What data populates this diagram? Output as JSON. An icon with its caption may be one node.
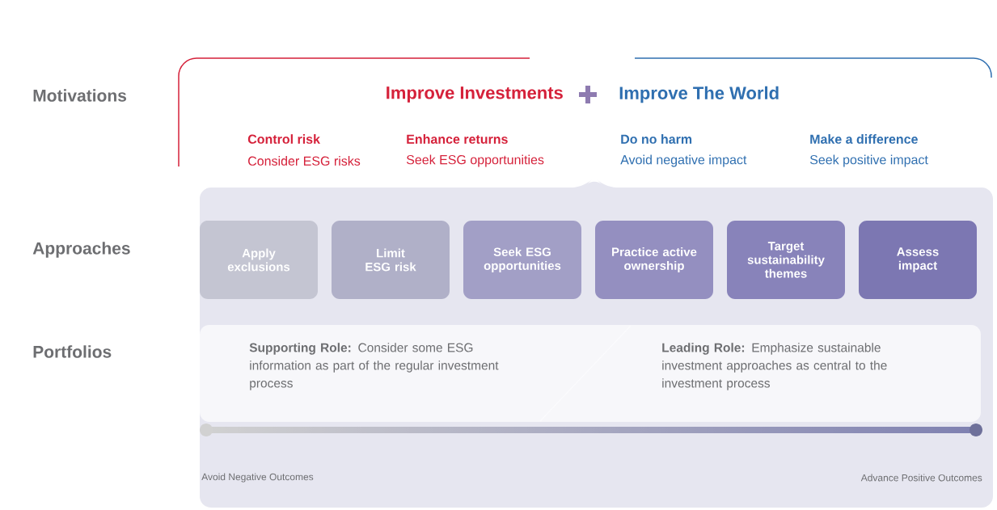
{
  "diagram": {
    "nodes": [
      {
        "text": [
          "Apply exclusions"
        ]
      },
      {
        "text": [
          "Limit ESG risk"
        ]
      },
      {
        "text": [
          "Seek ESG opportunities"
        ]
      },
      {
        "text": [
          "Practice active ownership"
        ]
      },
      {
        "text": [
          "Target sustainability themes"
        ]
      },
      {
        "text": [
          "Assess impact"
        ]
      },
      {
        "text": [
          "**Supporting Role:** Consider some ESG information as part of the regular investment process",
          "**Leading Role:** Emphasize sustainable investment approaches as central to the investment process"
        ]
      }
    ],
    "labels": [
      "Motivations",
      "Improve Investments",
      "Improve The World",
      "Control risk",
      "Consider ESG risks",
      "Enhance returns",
      "Seek ESG opportunities",
      "Do no harm",
      "Avoid negative impact",
      "Make a difference",
      "Seek positive impact",
      "Approaches",
      "Portfolios",
      "Avoid Negative Outcomes",
      "Advance Positive Outcomes"
    ]
  }
}
